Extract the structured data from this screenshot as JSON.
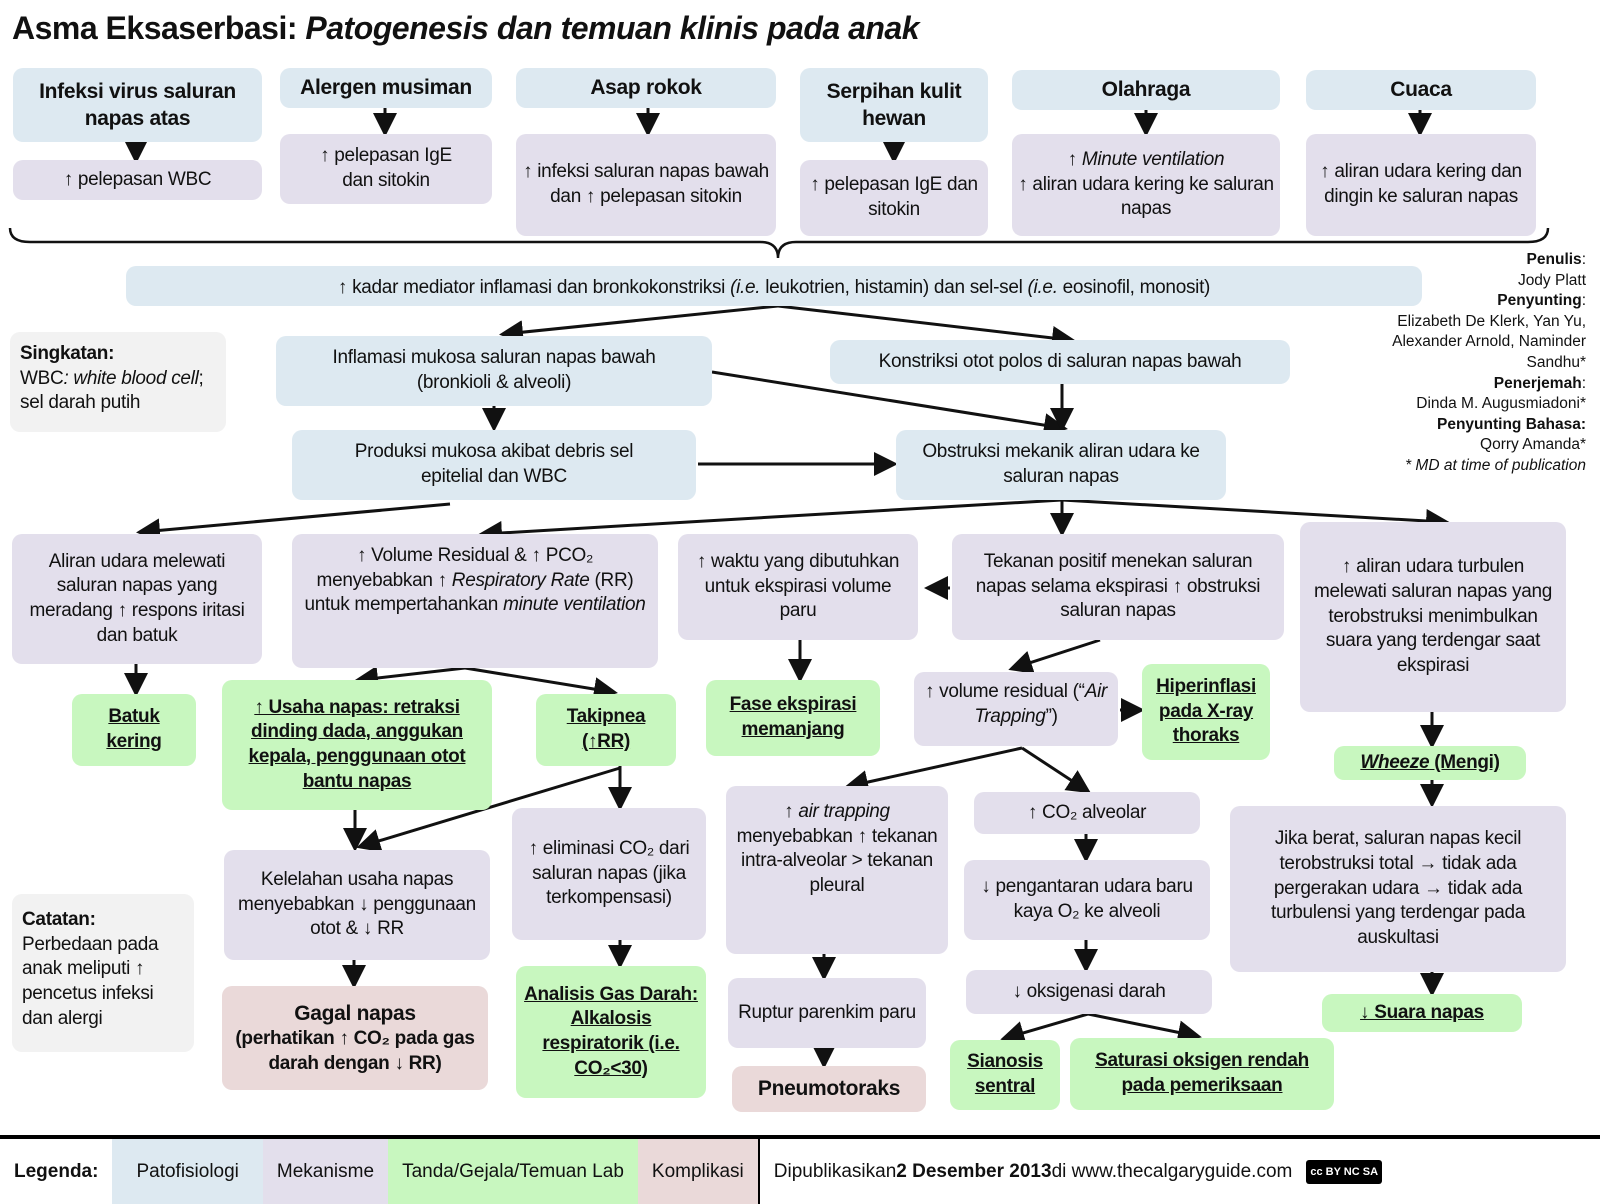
{
  "title": {
    "main": "Asma Eksaserbasi:",
    "sub": "Patogenesis dan temuan klinis pada anak"
  },
  "triggers": [
    {
      "label": "Infeksi virus saluran napas atas",
      "effect": "↑ pelepasan WBC"
    },
    {
      "label": "Alergen musiman",
      "effect": "↑ pelepasan IgE dan sitokin"
    },
    {
      "label": "Asap rokok",
      "effect": "↑ infeksi saluran napas bawah dan ↑ pelepasan sitokin"
    },
    {
      "label": "Serpihan kulit hewan",
      "effect": "↑ pelepasan IgE dan sitokin"
    },
    {
      "label": "Olahraga",
      "effect_italic": "↑ Minute ventilation",
      "effect": "↑ aliran udara kering ke saluran napas"
    },
    {
      "label": "Cuaca",
      "effect": "↑ aliran udara kering dan dingin ke saluran napas"
    }
  ],
  "mediator": {
    "a": "↑ kadar mediator inflamasi dan bronkokonstriksi ",
    "ie": "(i.e.",
    "b": " leukotrien, histamin) dan sel-sel ",
    "c": " eosinofil, monosit)"
  },
  "abbrev": {
    "title": "Singkatan:",
    "term": "WBC",
    "def": ": white blood cell",
    "tr": "; sel darah putih"
  },
  "note": {
    "title": "Catatan:",
    "text": "Perbedaan pada anak meliputi ↑ pencetus infeksi dan alergi"
  },
  "credits": {
    "author_label": "Penulis",
    "author": "Jody Platt",
    "editor_label": "Penyunting",
    "editors": "Elizabeth De Klerk, Yan Yu, Alexander Arnold, Naminder Sandhu*",
    "translator_label": "Penerjemah",
    "translator": "Dinda M. Augusmiadoni*",
    "lang_editor_label": "Penyunting Bahasa:",
    "lang_editor": "Qorry Amanda*",
    "footnote": "* MD at time of publication"
  },
  "nodes": {
    "inflamasi": "Inflamasi mukosa saluran napas bawah (bronkioli & alveoli)",
    "konstriksi": "Konstriksi otot polos di saluran napas bawah",
    "produksi": "Produksi mukosa akibat debris sel epitelial dan WBC",
    "obstruksi": "Obstruksi mekanik aliran udara ke saluran napas",
    "aliran": "Aliran udara melewati saluran napas yang meradang ↑ respons iritasi dan batuk",
    "volres_a": "↑ Volume Residual & ↑ PCO₂ menyebabkan ↑ ",
    "volres_rr": "Respiratory Rate",
    "volres_b": " (RR) untuk mempertahankan ",
    "volres_mv": "minute ventilation",
    "waktu": "↑ waktu yang dibutuhkan untuk ekspirasi volume paru",
    "tekanan": "Tekanan positif menekan saluran napas selama ekspirasi ↑ obstruksi saluran napas",
    "turbulen": "↑ aliran udara turbulen melewati saluran napas yang terobstruksi menimbulkan suara yang terdengar saat ekspirasi",
    "batuk": "Batuk kering",
    "usaha": "↑ Usaha napas: retraksi dinding dada, anggukan kepala, penggunaan otot bantu napas",
    "takipnea": "Takipnea (↑RR)",
    "fase": "Fase ekspirasi memanjang",
    "airtrap_a": "↑ volume residual (“",
    "airtrap_i": "Air Trapping",
    "airtrap_b": "”)",
    "hiperinflasi": "Hiperinflasi pada X-ray thoraks",
    "wheeze_i": "Wheeze",
    "wheeze_b": " (Mengi)",
    "kelelahan": "Kelelahan usaha napas menyebabkan ↓ penggunaan otot & ↓ RR",
    "eliminasi": "↑ eliminasi CO₂ dari saluran napas (jika terkompensasi)",
    "at_a": "↑ ",
    "at_i": "air trapping",
    "at_b": " menyebabkan ↑ tekanan intra-alveolar > tekanan pleural",
    "co2": "↑ CO₂ alveolar",
    "jika": "Jika berat, saluran napas kecil terobstruksi total → tidak ada pergerakan udara → tidak ada turbulensi yang terdengar pada auskultasi",
    "pengantaran": "↓ pengantaran udara baru kaya O₂ ke alveoli",
    "gagal_title": "Gagal napas",
    "gagal_sub": "(perhatikan ↑ CO₂ pada gas darah dengan ↓ RR)",
    "analisis": "Analisis Gas Darah: Alkalosis respiratorik (i.e. CO₂<30)",
    "ruptur": "Ruptur parenkim paru",
    "oksigenasi": "↓ oksigenasi darah",
    "pneumotoraks": "Pneumotoraks",
    "sianosis": "Sianosis sentral",
    "saturasi": "Saturasi oksigen rendah pada pemeriksaan",
    "suara": "↓ Suara napas"
  },
  "legend": {
    "label": "Legenda:",
    "items": [
      {
        "label": "Patofisiologi",
        "color": "#dde9f1"
      },
      {
        "label": "Mekanisme",
        "color": "#e3dfec"
      },
      {
        "label": "Tanda/Gejala/Temuan Lab",
        "color": "#c8f7bf"
      },
      {
        "label": "Komplikasi",
        "color": "#ead9d9"
      }
    ],
    "pub_a": "Dipublikasikan ",
    "pub_date": "2 Desember 2013",
    "pub_b": " di www.thecalgaryguide.com",
    "license": "cc BY NC SA"
  }
}
